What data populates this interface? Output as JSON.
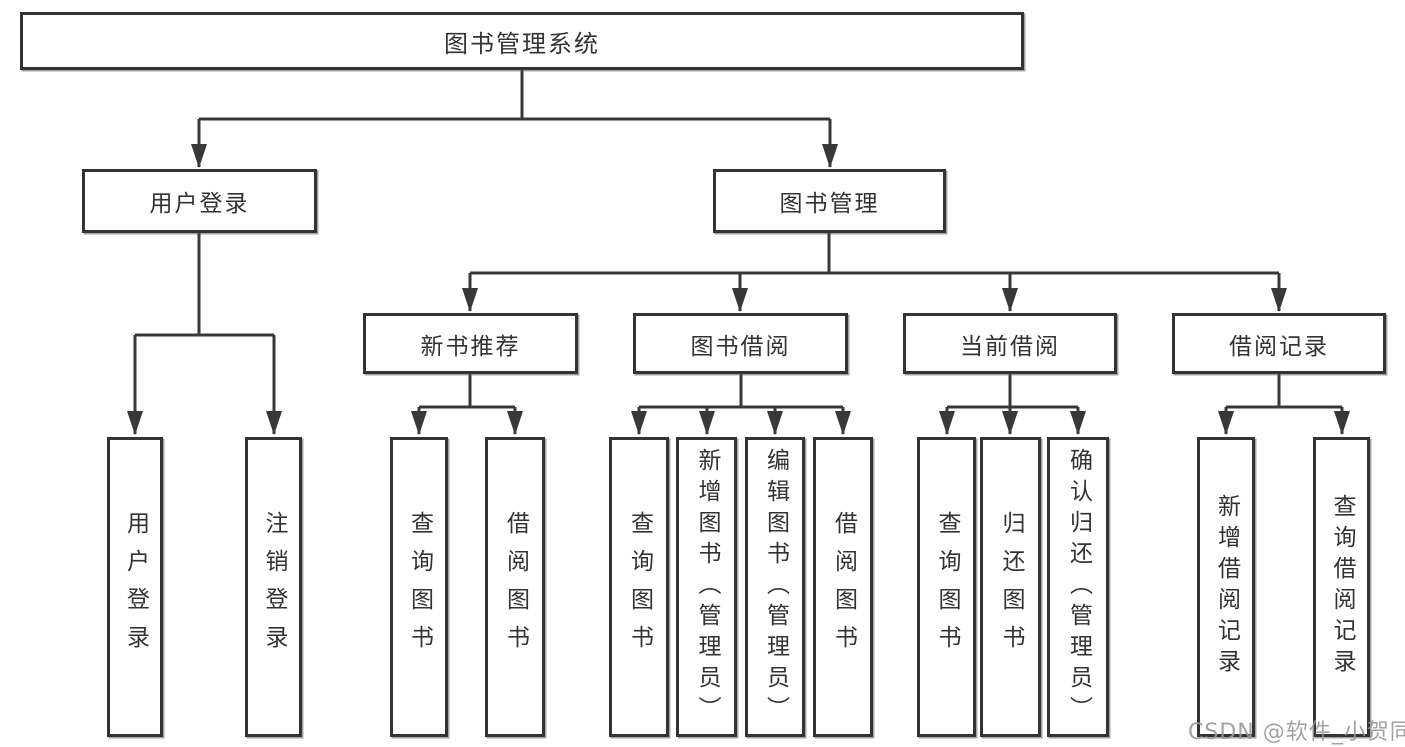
{
  "tree": {
    "label": "图书管理系统",
    "children": [
      {
        "label": "用户登录",
        "children": [
          {
            "label": "用户登录"
          },
          {
            "label": "注销登录"
          }
        ]
      },
      {
        "label": "图书管理",
        "children": [
          {
            "label": "新书推荐",
            "children": [
              {
                "label": "查询图书"
              },
              {
                "label": "借阅图书"
              }
            ]
          },
          {
            "label": "图书借阅",
            "children": [
              {
                "label": "查询图书"
              },
              {
                "label": "新增图书（管理员）"
              },
              {
                "label": "编辑图书（管理员）"
              },
              {
                "label": "借阅图书"
              }
            ]
          },
          {
            "label": "当前借阅",
            "children": [
              {
                "label": "查询图书"
              },
              {
                "label": "归还图书"
              },
              {
                "label": "确认归还（管理员）"
              }
            ]
          },
          {
            "label": "借阅记录",
            "children": [
              {
                "label": "新增借阅记录"
              },
              {
                "label": "查询借阅记录"
              }
            ]
          }
        ]
      }
    ]
  },
  "watermark": "CSDN @软件_小贺同学",
  "colors": {
    "line": "#383838",
    "box_border": "#333333",
    "text": "#333333",
    "watermark_text": "#9a9a9a",
    "background": "#ffffff"
  }
}
